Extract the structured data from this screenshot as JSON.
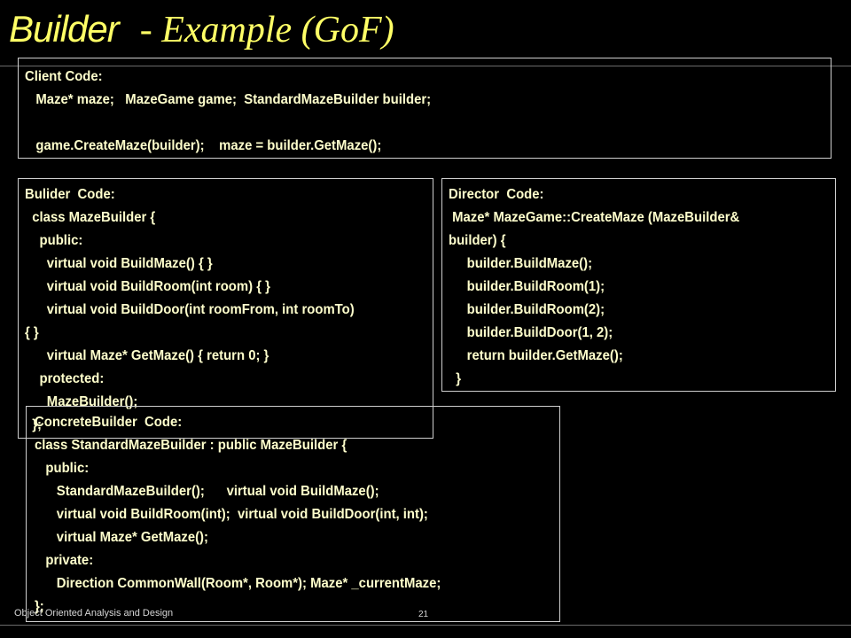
{
  "title": {
    "main": "Builder",
    "suffix": "- Example  (GoF)"
  },
  "client": {
    "lines": [
      "Client Code:",
      "   Maze* maze;   MazeGame game;  StandardMazeBuilder builder;",
      "",
      "   game.CreateMaze(builder);    maze = builder.GetMaze();"
    ]
  },
  "builder": {
    "lines": [
      "Bulider  Code:",
      "  class MazeBuilder {",
      "    public:",
      "      virtual void BuildMaze() { }",
      "      virtual void BuildRoom(int room) { }",
      "      virtual void BuildDoor(int roomFrom, int roomTo)",
      "{ }",
      "      virtual Maze* GetMaze() { return 0; }",
      "    protected:",
      "      MazeBuilder();",
      "  };"
    ]
  },
  "director": {
    "lines": [
      "Director  Code:",
      " Maze* MazeGame::CreateMaze (MazeBuilder&",
      "builder) {",
      "     builder.BuildMaze();",
      "     builder.BuildRoom(1);",
      "     builder.BuildRoom(2);",
      "     builder.BuildDoor(1, 2);",
      "     return builder.GetMaze();",
      "  }"
    ]
  },
  "concrete": {
    "lines": [
      "ConcreteBuilder  Code:",
      "class StandardMazeBuilder : public MazeBuilder {",
      "   public:",
      "      StandardMazeBuilder();      virtual void BuildMaze();",
      "      virtual void BuildRoom(int);  virtual void BuildDoor(int, int);",
      "      virtual Maze* GetMaze();",
      "   private:",
      "      Direction CommonWall(Room*, Room*); Maze* _currentMaze;",
      "};"
    ]
  },
  "footer": {
    "course": "Object Oriented Analysis and Design",
    "page": "21"
  },
  "colors": {
    "background": "#000000",
    "title": "#ffff66",
    "code_text": "#ffffcc",
    "box_border": "#cfcfcf"
  }
}
